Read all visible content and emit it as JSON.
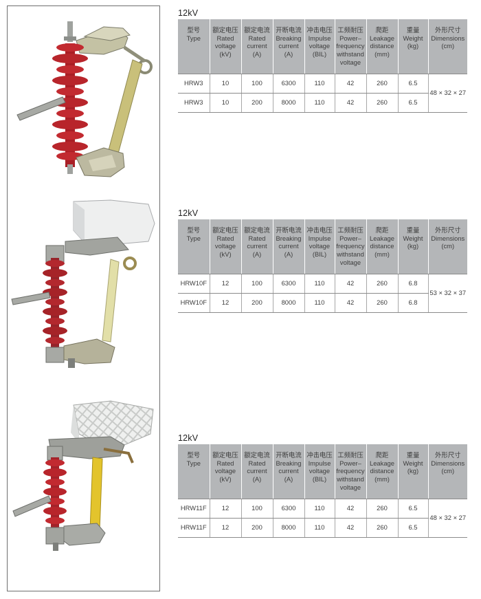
{
  "headers": [
    {
      "zh": "型号",
      "en": "Type"
    },
    {
      "zh": "额定电压",
      "en": "Rated voltage (kV)"
    },
    {
      "zh": "额定电流",
      "en": "Rated current (A)"
    },
    {
      "zh": "开断电流",
      "en": "Breaking current (A)"
    },
    {
      "zh": "冲击电压",
      "en": "Impulse voltage (BIL)"
    },
    {
      "zh": "工频耐压",
      "en": "Power–frequency withstand voltage"
    },
    {
      "zh": "爬距",
      "en": "Leakage distance (mm)"
    },
    {
      "zh": "重量",
      "en": "Weight (kg)"
    },
    {
      "zh": "外形尺寸",
      "en": "Dimensions (cm)"
    }
  ],
  "products": [
    {
      "voltage_class": "12kV",
      "rows": [
        [
          "HRW3",
          "10",
          "100",
          "6300",
          "110",
          "42",
          "260",
          "6.5"
        ],
        [
          "HRW3",
          "10",
          "200",
          "8000",
          "110",
          "42",
          "260",
          "6.5"
        ]
      ],
      "dimensions": "48 × 32 × 27"
    },
    {
      "voltage_class": "12kV",
      "rows": [
        [
          "HRW10F",
          "12",
          "100",
          "6300",
          "110",
          "42",
          "260",
          "6.8"
        ],
        [
          "HRW10F",
          "12",
          "200",
          "8000",
          "110",
          "42",
          "260",
          "6.8"
        ]
      ],
      "dimensions": "53 × 32 × 37"
    },
    {
      "voltage_class": "12kV",
      "rows": [
        [
          "HRW11F",
          "12",
          "100",
          "6300",
          "110",
          "42",
          "260",
          "6.5"
        ],
        [
          "HRW11F",
          "12",
          "200",
          "8000",
          "110",
          "42",
          "260",
          "6.5"
        ]
      ],
      "dimensions": "48 × 32 × 27"
    }
  ],
  "colors": {
    "insulator_red": "#b8252b",
    "fuse_tube_hrw3": "#c9c07a",
    "fuse_tube_hrw10f": "#e2dfa8",
    "fuse_tube_hrw11f": "#e3c42c",
    "metal": "#a7a9a4",
    "header_gray": "#b4b6b8"
  }
}
